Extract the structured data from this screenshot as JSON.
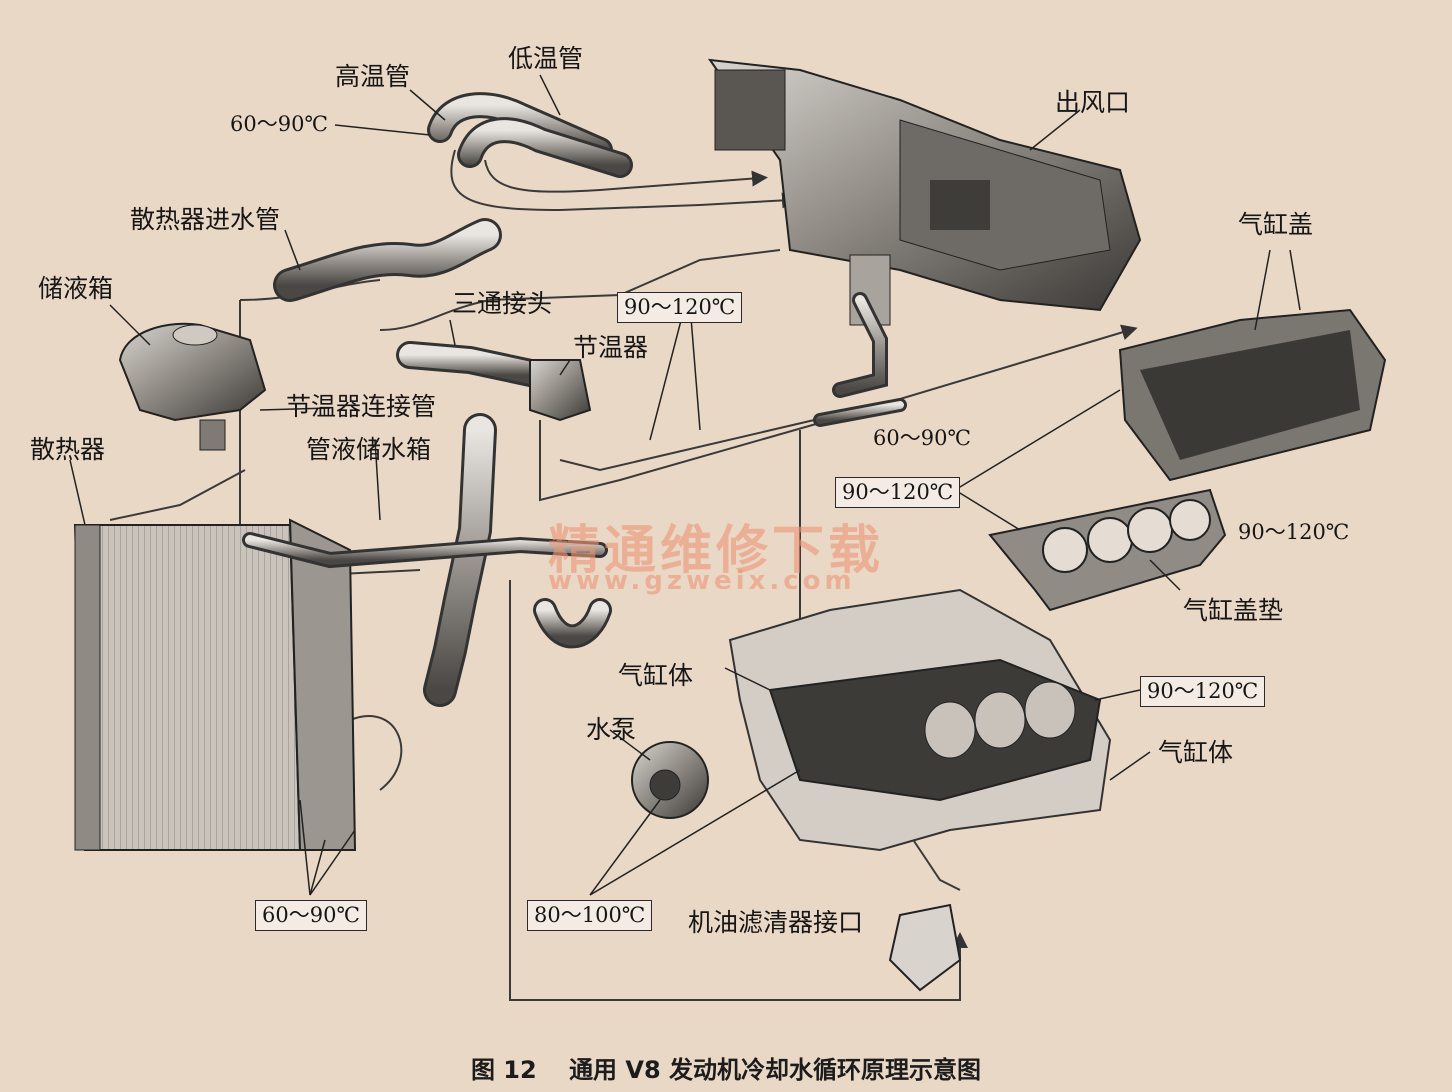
{
  "labels": {
    "high_temp_pipe": "高温管",
    "low_temp_pipe": "低温管",
    "air_outlet": "出风口",
    "radiator_inlet_pipe": "散热器进水管",
    "reservoir": "储液箱",
    "tee_joint": "三通接头",
    "thermostat": "节温器",
    "thermostat_connector_pipe": "节温器连接管",
    "pipe_reservoir": "管液储水箱",
    "radiator": "散热器",
    "cylinder_head": "气缸盖",
    "head_gasket": "气缸盖垫",
    "engine_block_top": "气缸体",
    "engine_block_right": "气缸体",
    "water_pump": "水泵",
    "oil_filter_port": "机油滤清器接口"
  },
  "temps": {
    "top_left": "60～90℃",
    "center_box": "90～120℃",
    "mid_pipe": "60～90℃",
    "left_box": "90～120℃",
    "gasket_right": "90～120℃",
    "block_box": "90～120℃",
    "radiator_bottom_box": "60～90℃",
    "pump_box": "80～100℃"
  },
  "watermark": {
    "cn": "精通维修下载",
    "url": "www.gzweix.com"
  },
  "caption": {
    "fig": "图 12",
    "title": "通用 V8 发动机冷却水循环原理示意图"
  },
  "colors": {
    "background": "#ead8c6",
    "ink": "#1b1b1b",
    "component_fill": "#8a8580",
    "watermark": "#ec9678"
  }
}
